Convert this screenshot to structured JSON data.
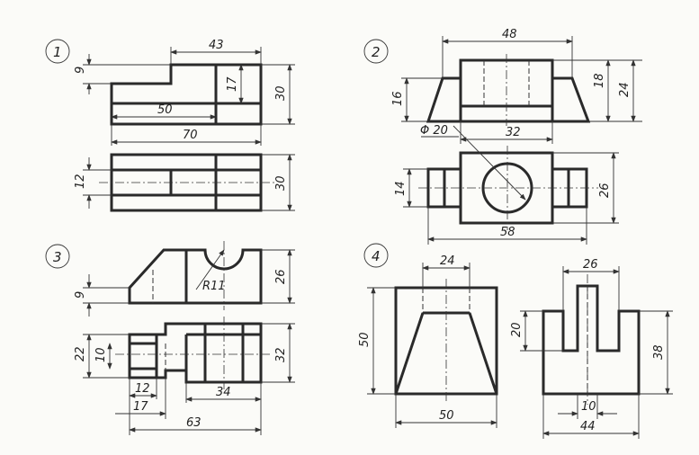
{
  "figures": [
    {
      "number": "1",
      "dims": [
        "43",
        "9",
        "17",
        "30",
        "50",
        "70",
        "12",
        "30"
      ]
    },
    {
      "number": "2",
      "dims": [
        "48",
        "16",
        "18",
        "24",
        "Φ 20",
        "32",
        "14",
        "26",
        "58"
      ]
    },
    {
      "number": "3",
      "dims": [
        "9",
        "R11",
        "26",
        "22",
        "10",
        "32",
        "12",
        "34",
        "17",
        "63"
      ]
    },
    {
      "number": "4",
      "dims": [
        "24",
        "26",
        "50",
        "20",
        "38",
        "10",
        "50",
        "44"
      ]
    }
  ]
}
